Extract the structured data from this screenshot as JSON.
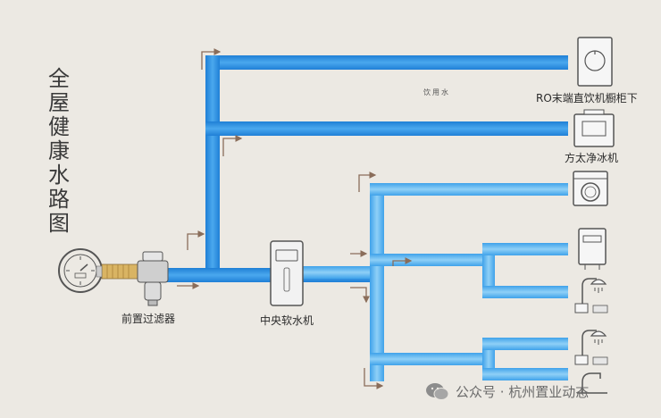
{
  "title": "全屋健康水路图",
  "labels": {
    "drinking_water": "饮用水",
    "ro_appliance": "RO末端直饮机橱柜下",
    "ice_machine": "方太净冰机",
    "prefilter": "前置过滤器",
    "softener": "中央软水机"
  },
  "watermark": "公众号 · 杭州置业动态",
  "colors": {
    "background": "#ece9e3",
    "main_pipe": "#2f8fde",
    "branch_pipe": "#4fb0ee",
    "arrow": "#8a6d5a",
    "icon_stroke": "#555555"
  },
  "icons": [
    "water-meter-icon",
    "valve-icon",
    "prefilter-icon",
    "softener-icon",
    "ro-purifier-icon",
    "ice-machine-icon",
    "washing-machine-icon",
    "water-heater-icon",
    "shower-icon",
    "shower-icon",
    "faucet-icon",
    "wechat-icon"
  ]
}
